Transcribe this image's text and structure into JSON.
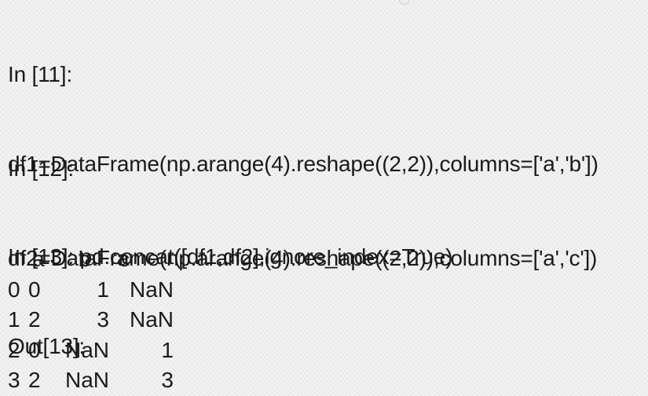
{
  "cells": [
    {
      "prompt": "In [11]:",
      "code": "df1=DataFrame(np.arange(4).reshape((2,2)),columns=['a','b'])"
    },
    {
      "prompt": "In [12]:",
      "code": "df2=DataFrame(np.arange(4).reshape((2,2)),columns=['a','c'])"
    },
    {
      "prompt": "In [13]: pd.concat([df1,df2],ignore_index=True)",
      "out_prompt": "Out[13]:"
    }
  ],
  "output_table": {
    "columns": [
      "a",
      "b",
      "c"
    ],
    "rows": [
      {
        "index": "0",
        "a": "0",
        "b": "1",
        "c": "NaN"
      },
      {
        "index": "1",
        "a": "2",
        "b": "3",
        "c": "NaN"
      },
      {
        "index": "2",
        "a": "0",
        "b": "NaN",
        "c": "1"
      },
      {
        "index": "3",
        "a": "2",
        "b": "NaN",
        "c": "3"
      }
    ]
  }
}
